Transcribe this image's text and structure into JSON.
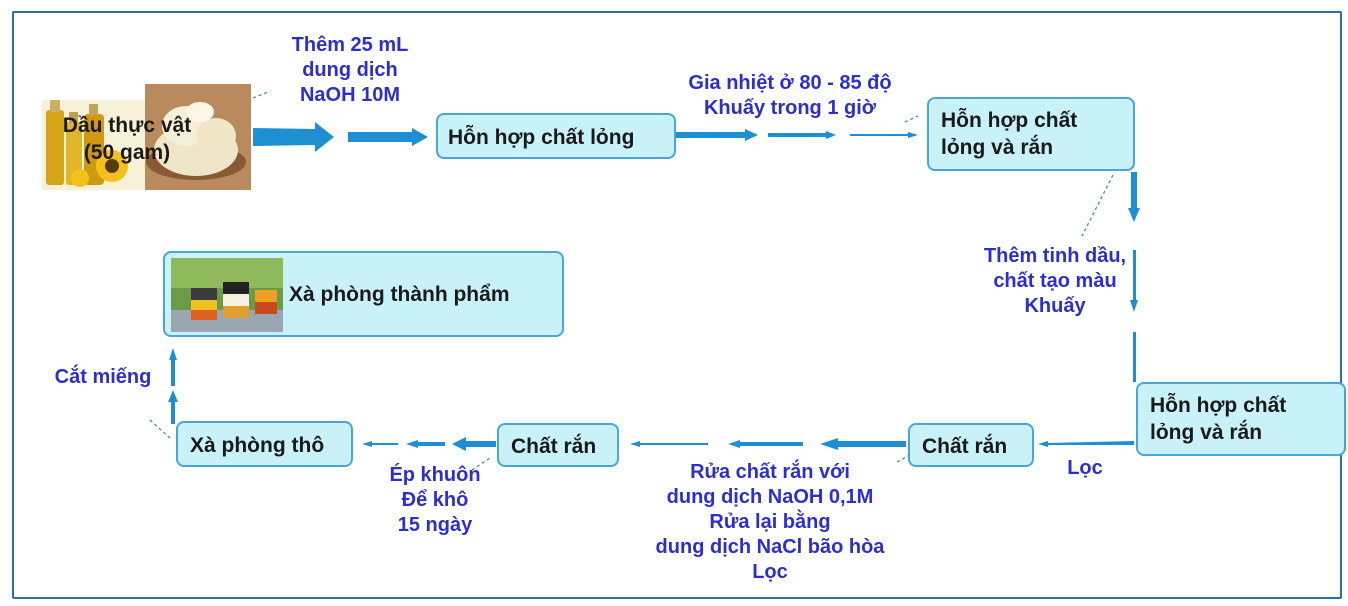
{
  "start": {
    "lines": [
      "Dầu thực vật",
      "(50 gam)"
    ]
  },
  "boxes": {
    "mix1": "Hỗn hợp chất lỏng",
    "mix2": [
      "Hỗn hợp chất",
      "lỏng và rắn"
    ],
    "mix3": [
      "Hỗn hợp chất",
      "lỏng và rắn"
    ],
    "solid1": "Chất rắn",
    "solid2": "Chất rắn",
    "raw_soap": "Xà phòng thô",
    "final_soap": "Xà phòng thành phẩm"
  },
  "steps": {
    "add_naoh": [
      "Thêm 25 mL",
      "dung dịch",
      "NaOH 10M"
    ],
    "heat": [
      "Gia nhiệt ở 80 - 85 độ",
      "Khuấy trong 1 giờ"
    ],
    "add_oil": [
      "Thêm tinh dầu,",
      "chất tạo màu",
      "Khuấy"
    ],
    "filter": "Lọc",
    "wash": [
      "Rửa chất rắn với",
      "dung dịch NaOH 0,1M",
      "Rửa lại bằng",
      "dung dịch NaCl bão hòa",
      "Lọc"
    ],
    "mold": [
      "Ép khuôn",
      "Để khô",
      "15 ngày"
    ],
    "cut": "Cắt miếng"
  },
  "colors": {
    "arrow": "#1f8fd4",
    "label_text": "#2e2ed0",
    "box_fill": "#c9f1f8",
    "box_border": "#4aa6d6",
    "frame": "#2e6fa8"
  }
}
